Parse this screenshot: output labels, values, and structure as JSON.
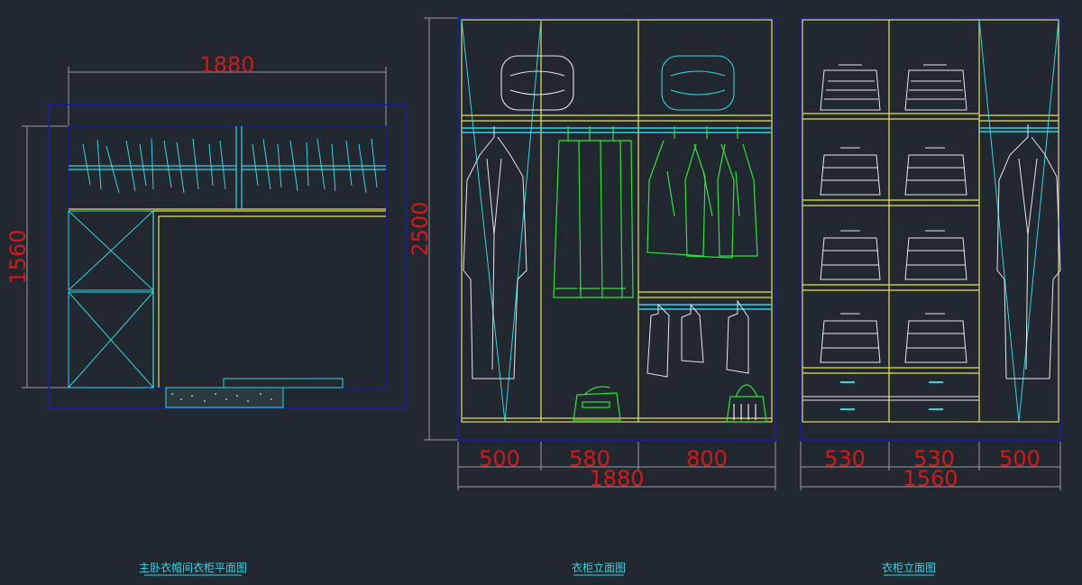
{
  "plan": {
    "width_dim": "1880",
    "depth_dim": "1560",
    "caption": "主卧衣帽间衣柜平面图"
  },
  "elevation_a": {
    "height_dim": "2500",
    "segments": [
      "500",
      "580",
      "800"
    ],
    "total": "1880",
    "caption": "衣柜立面图"
  },
  "elevation_b": {
    "segments": [
      "530",
      "530",
      "500"
    ],
    "total": "1560",
    "caption": "衣柜立面图"
  },
  "colors": {
    "background": "#212830",
    "outline": "#e8e34a",
    "frame": "#1a1aa8",
    "hanger": "#2fd4e6",
    "dimension": "#d11a1a",
    "clothing": "#2ee33a",
    "linework": "#e6e6e6"
  }
}
